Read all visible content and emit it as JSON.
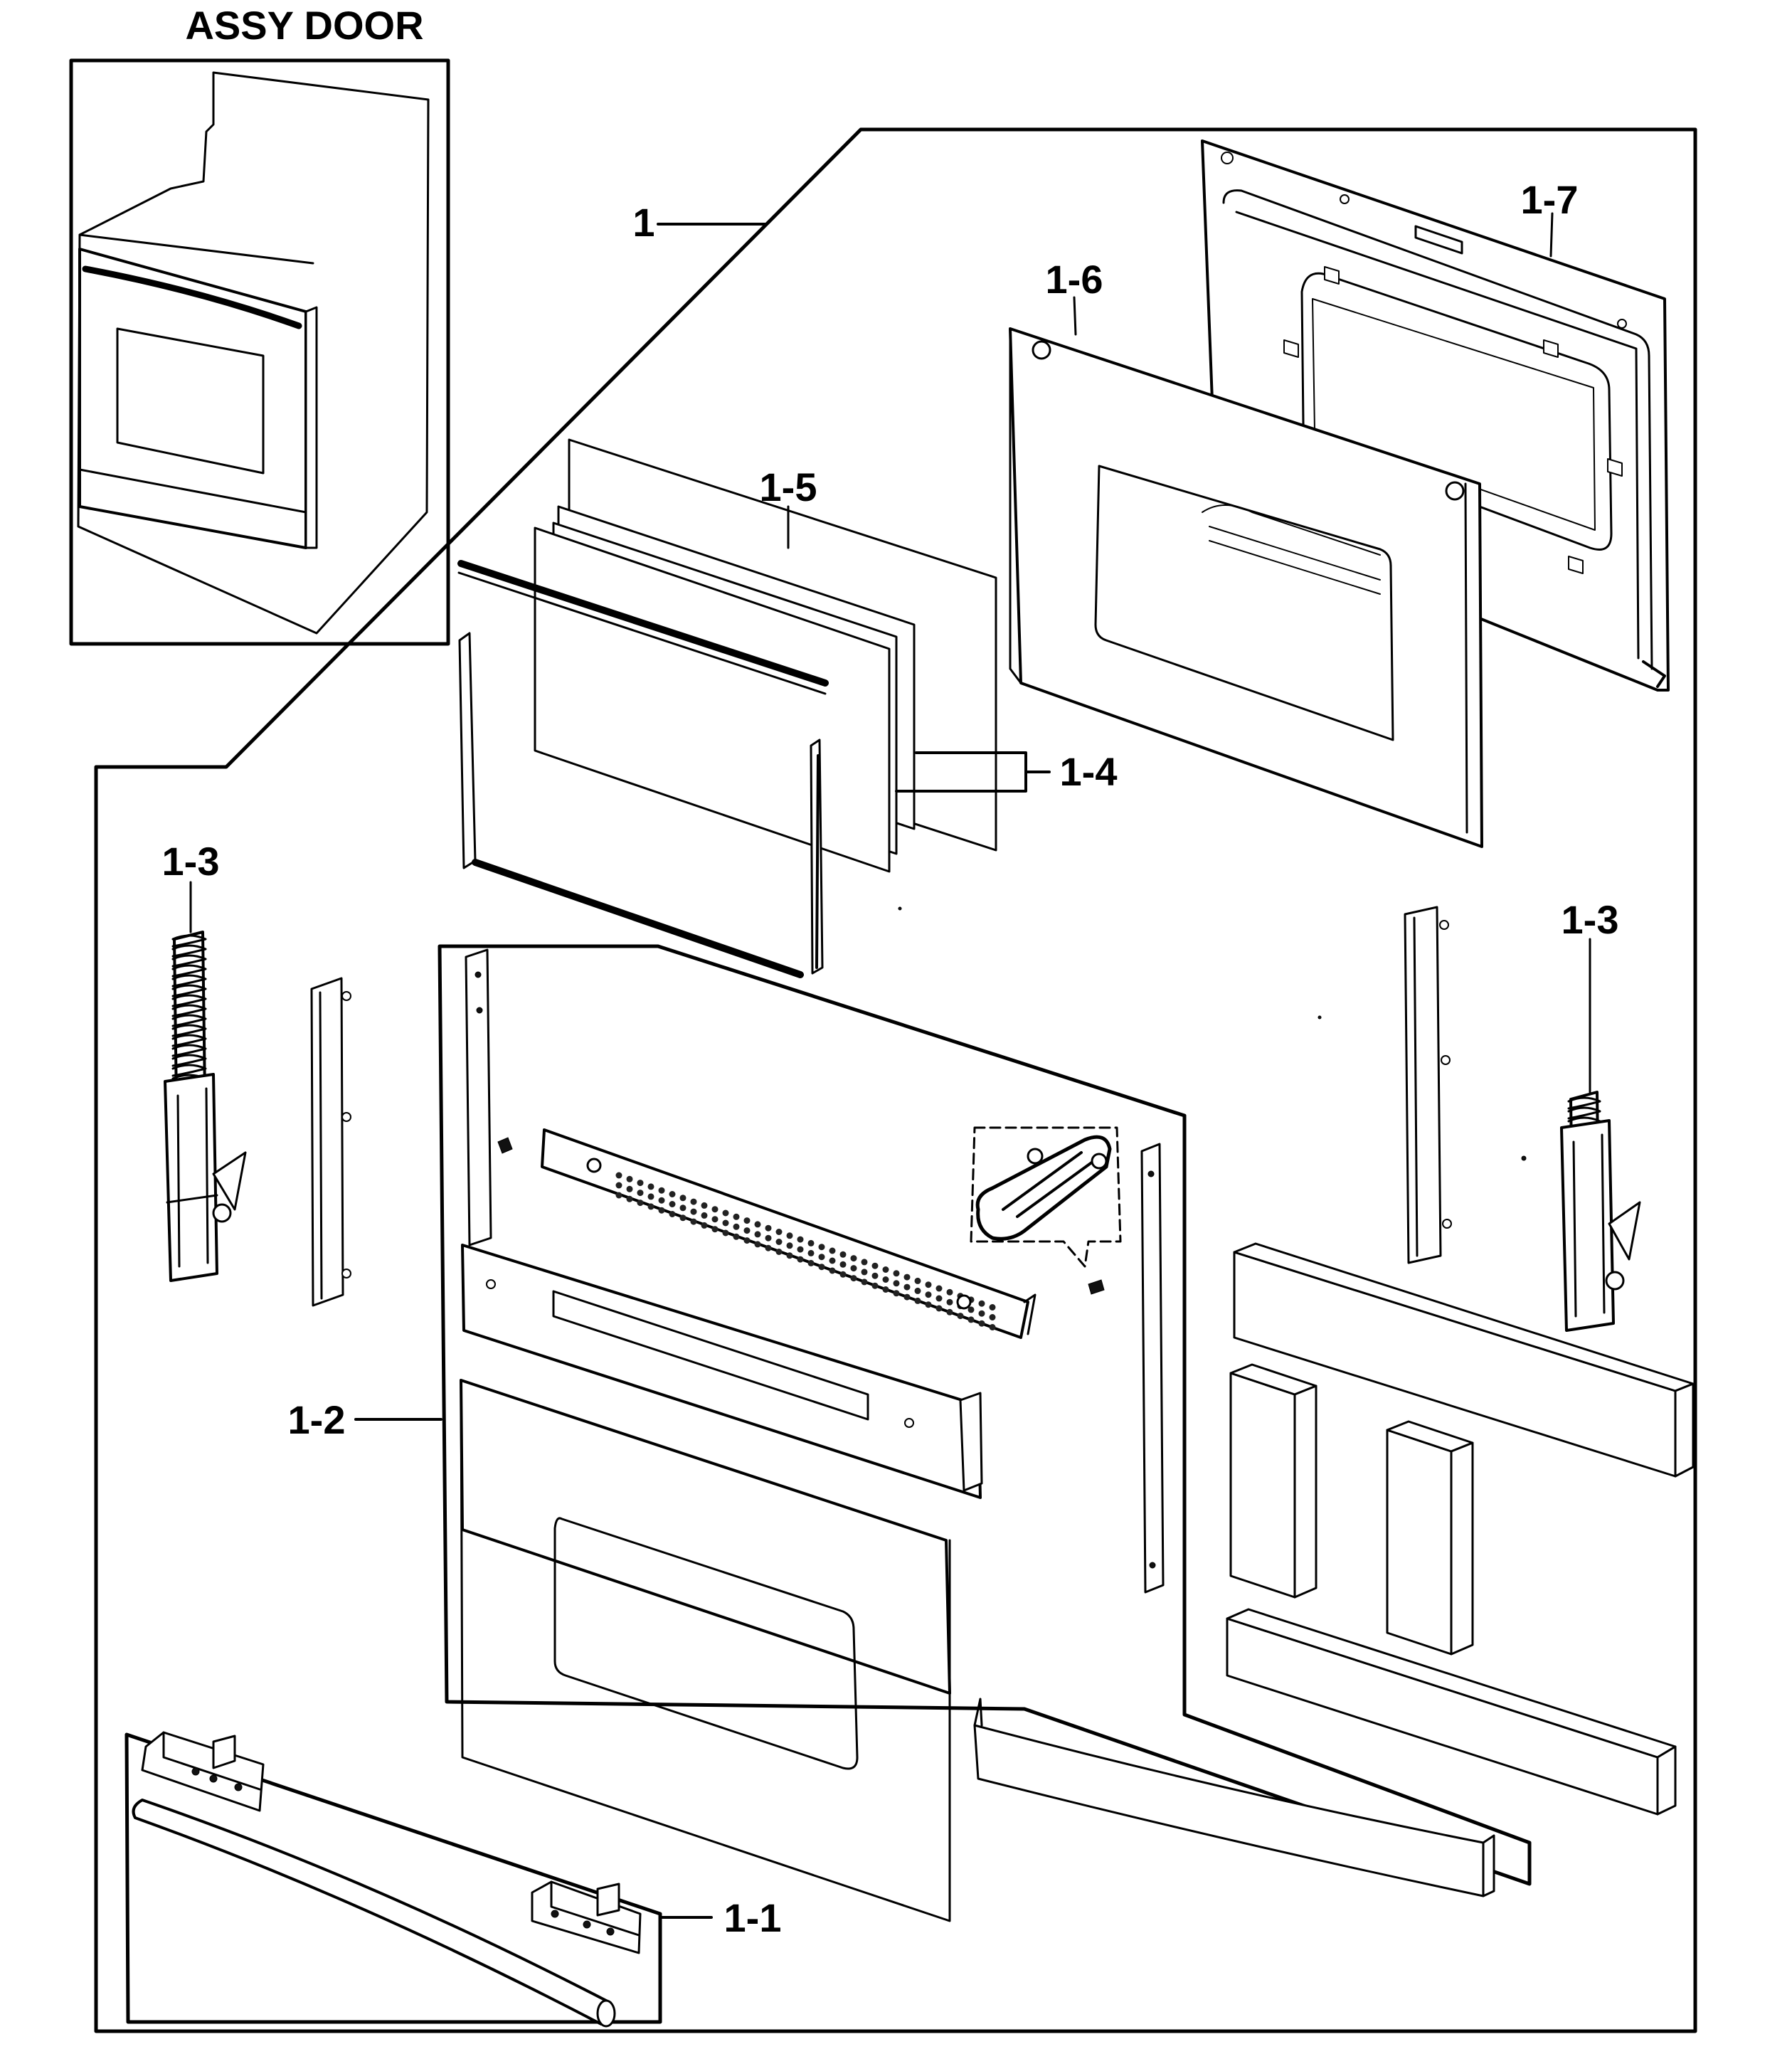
{
  "title": "ASSY DOOR",
  "callouts": {
    "c1": "1",
    "c1_1": "1-1",
    "c1_2": "1-2",
    "c1_3_left": "1-3",
    "c1_3_right": "1-3",
    "c1_4": "1-4",
    "c1_5": "1-5",
    "c1_6": "1-6",
    "c1_7": "1-7"
  }
}
